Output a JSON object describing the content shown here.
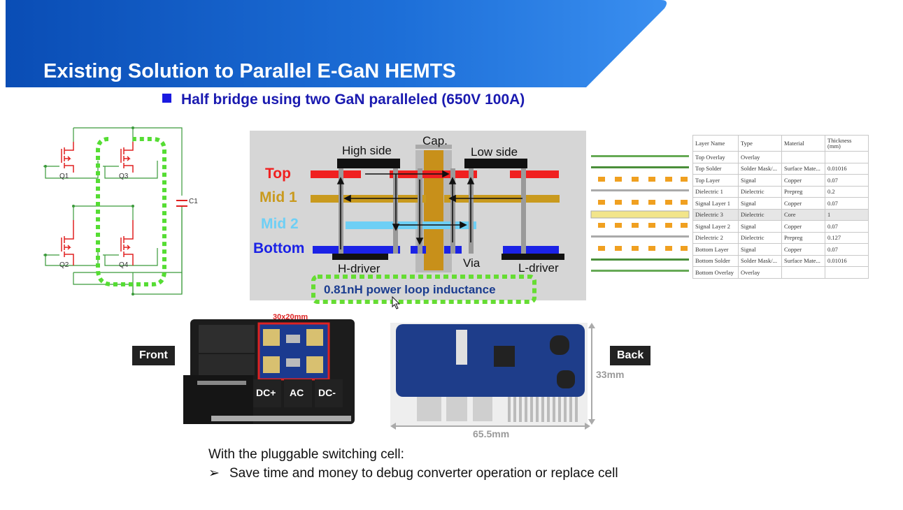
{
  "slide": {
    "title": "Existing Solution to Parallel E-GaN HEMTS",
    "subtitle": "Half bridge using two GaN paralleled (650V 100A)"
  },
  "schematic": {
    "labels": {
      "q1": "Q1",
      "q2": "Q2",
      "q3": "Q3",
      "q4": "Q4",
      "c1": "C1"
    }
  },
  "cross_section": {
    "labels": {
      "high_side": "High side",
      "low_side": "Low side",
      "cap": "Cap.",
      "top": "Top",
      "mid1": "Mid 1",
      "mid2": "Mid 2",
      "bottom": "Bottom",
      "h_driver": "H-driver",
      "l_driver": "L-driver",
      "via": "Via",
      "inductance": "0.81nH power loop inductance"
    },
    "colors": {
      "top": "#f02020",
      "mid1": "#c99a1e",
      "mid2": "#6ecff5",
      "bottom": "#1b22e6",
      "loop": "#66dd33"
    }
  },
  "layer_stack": {
    "headers": [
      "Layer Name",
      "Type",
      "Material",
      "Thickness (mm)"
    ],
    "rows": [
      [
        "Top Overlay",
        "Overlay",
        "",
        ""
      ],
      [
        "Top Solder",
        "Solder Mask/...",
        "Surface Mate...",
        "0.01016"
      ],
      [
        "Top Layer",
        "Signal",
        "Copper",
        "0.07"
      ],
      [
        "Dielectric 1",
        "Dielectric",
        "Prepreg",
        "0.2"
      ],
      [
        "Signal Layer 1",
        "Signal",
        "Copper",
        "0.07"
      ],
      [
        "Dielectric 3",
        "Dielectric",
        "Core",
        "1"
      ],
      [
        "Signal Layer 2",
        "Signal",
        "Copper",
        "0.07"
      ],
      [
        "Dielectric 2",
        "Dielectric",
        "Prepreg",
        "0.127"
      ],
      [
        "Bottom Layer",
        "Signal",
        "Copper",
        "0.07"
      ],
      [
        "Bottom Solder",
        "Solder Mask/...",
        "Surface Mate...",
        "0.01016"
      ],
      [
        "Bottom Overlay",
        "Overlay",
        "",
        ""
      ]
    ]
  },
  "photos": {
    "front_label": "Front",
    "back_label": "Back",
    "area_label": "30x20mm",
    "dc_plus": "DC+",
    "ac": "AC",
    "dc_minus": "DC-",
    "height_dim": "33mm",
    "width_dim": "65.5mm"
  },
  "footer": {
    "line1": "With the pluggable switching cell:",
    "line2": "Save time and money to debug converter operation or replace cell"
  }
}
